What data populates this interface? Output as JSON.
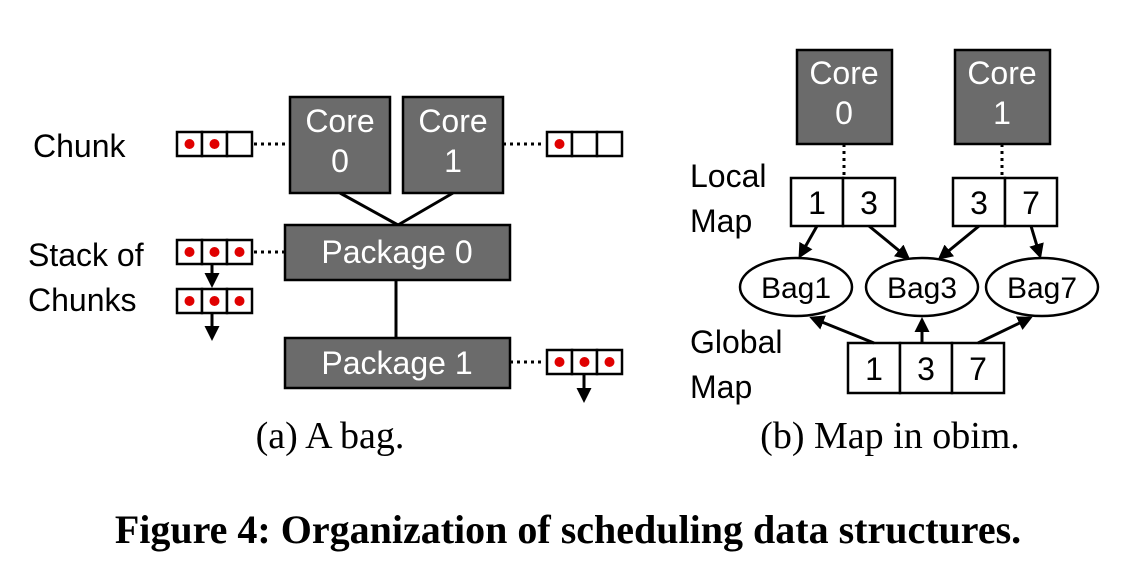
{
  "panel_a": {
    "core0": [
      "Core",
      "0"
    ],
    "core1": [
      "Core",
      "1"
    ],
    "package0": "Package 0",
    "package1": "Package 1",
    "chunk_label": "Chunk",
    "stack_label": [
      "Stack of",
      "Chunks"
    ],
    "caption": "(a) A bag."
  },
  "panel_b": {
    "core0": [
      "Core",
      "0"
    ],
    "core1": [
      "Core",
      "1"
    ],
    "local_map_label": [
      "Local",
      "Map"
    ],
    "global_map_label": [
      "Global",
      "Map"
    ],
    "local_map_core0": [
      "1",
      "3"
    ],
    "local_map_core1": [
      "3",
      "7"
    ],
    "bags": [
      "Bag1",
      "Bag3",
      "Bag7"
    ],
    "global_map": [
      "1",
      "3",
      "7"
    ],
    "caption": "(b) Map in obim."
  },
  "figure_caption": "Figure 4: Organization of scheduling data structures.",
  "colors": {
    "box_fill": "#6b6b6b",
    "dot": "#e00000"
  }
}
